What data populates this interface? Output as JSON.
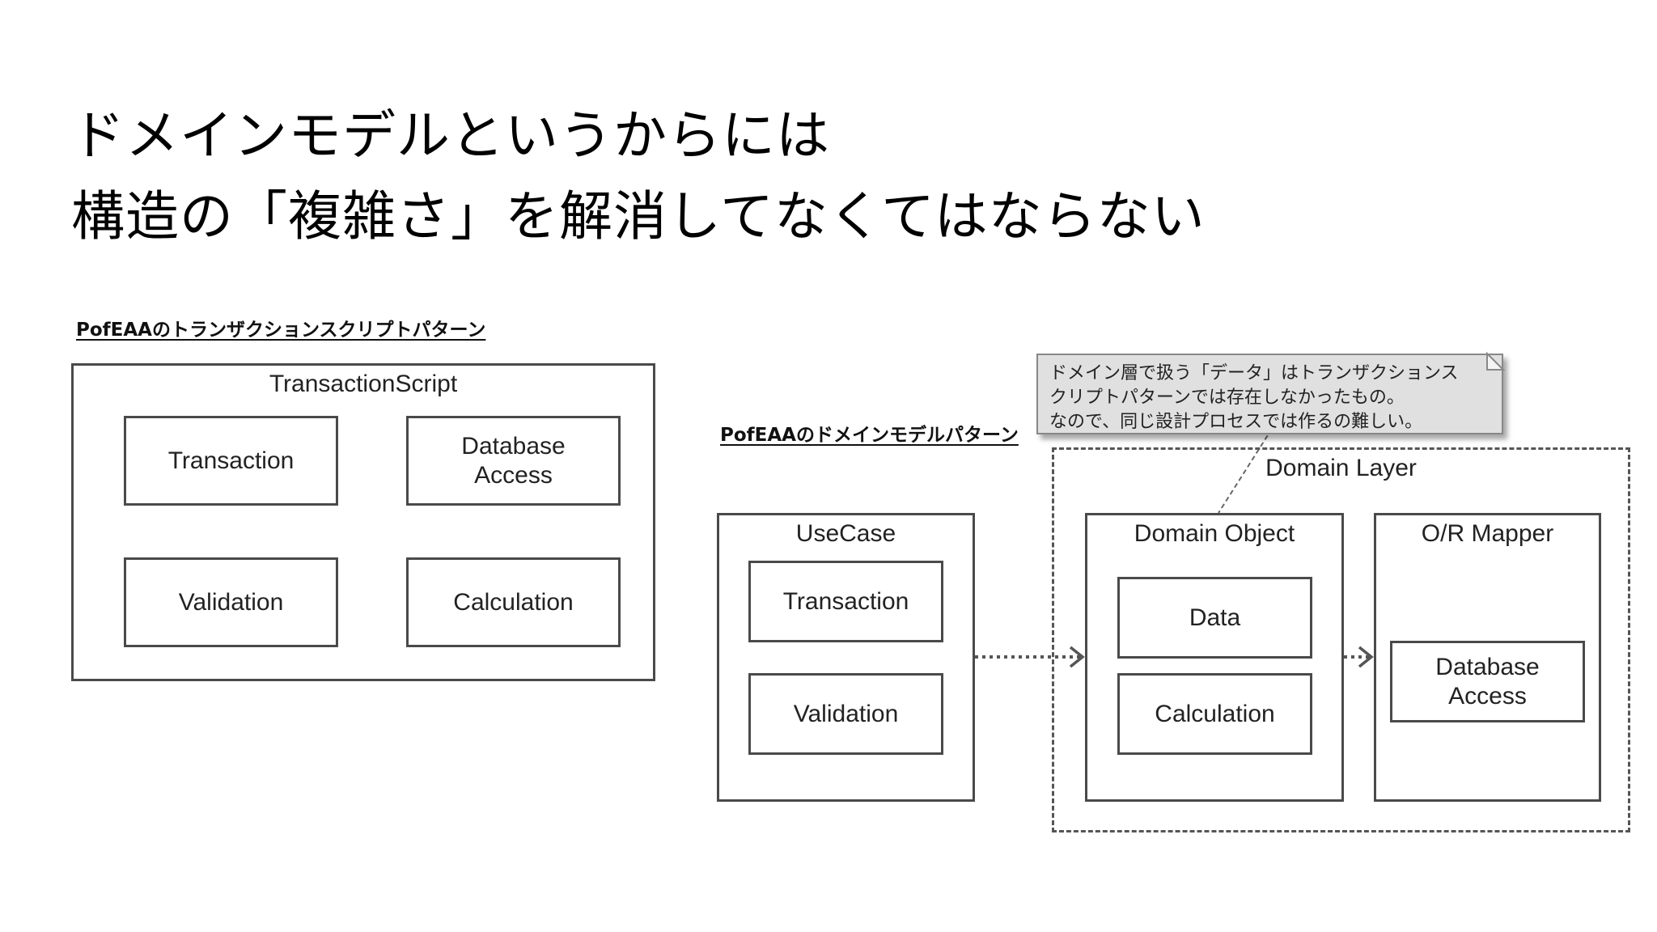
{
  "title": {
    "line1": "ドメインモデルというからには",
    "line2": "構造の「複雑さ」を解消してなくてはならない"
  },
  "left_diagram": {
    "label": "PofEAAのトランザクションスクリプトパターン",
    "container_title": "TransactionScript",
    "transaction": "Transaction",
    "database_access_line1": "Database",
    "database_access_line2": "Access",
    "validation": "Validation",
    "calculation": "Calculation"
  },
  "right_diagram": {
    "label": "PofEAAのドメインモデルパターン",
    "usecase_title": "UseCase",
    "usecase_transaction": "Transaction",
    "usecase_validation": "Validation",
    "domain_layer_title": "Domain Layer",
    "domain_object_title": "Domain Object",
    "domain_data": "Data",
    "domain_calculation": "Calculation",
    "or_mapper_title": "O/R Mapper",
    "db_access_line1": "Database",
    "db_access_line2": "Access"
  },
  "note": {
    "line1": "ドメイン層で扱う「データ」はトランザクションス",
    "line2": "クリプトパターンでは存在しなかったもの。",
    "line3": "なので、同じ設計プロセスでは作るの難しい。"
  }
}
